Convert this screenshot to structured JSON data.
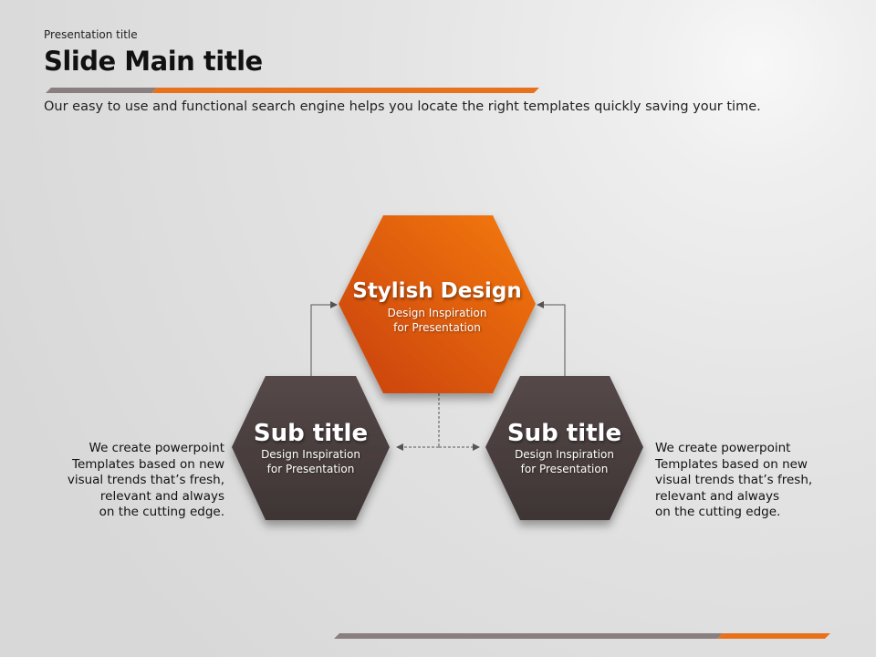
{
  "header": {
    "presentation_title": "Presentation title",
    "main_title": "Slide Main title",
    "description": "Our easy to use and functional search engine helps you locate the right templates quickly saving your time."
  },
  "diagram": {
    "center": {
      "title": "Stylish Design",
      "line1": "Design Inspiration",
      "line2": "for Presentation"
    },
    "left": {
      "title": "Sub title",
      "line1": "Design Inspiration",
      "line2": "for Presentation"
    },
    "right": {
      "title": "Sub title",
      "line1": "Design Inspiration",
      "line2": "for Presentation"
    },
    "left_text": [
      "We create powerpoint",
      "Templates based on new",
      "visual trends that’s fresh,",
      "relevant and always",
      "on the cutting edge."
    ],
    "right_text": [
      "We create powerpoint",
      "Templates based on new",
      "visual trends that’s fresh,",
      "relevant and always",
      "on the cutting edge."
    ]
  },
  "colors": {
    "accent": "#e8721c",
    "dark": "#4a4040",
    "bar_gray": "#8a7f80"
  }
}
